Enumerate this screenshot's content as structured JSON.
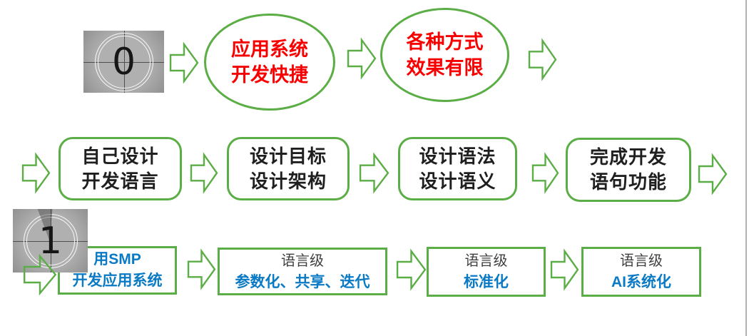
{
  "colors": {
    "accent_green": "#5BAD46",
    "text_red": "#F80000",
    "text_blue": "#0B7AC5",
    "text_dark": "#1F1F1F",
    "text_gray": "#3F3F3F",
    "slide_border_gray": "#B3B3B3",
    "film_gray": "#A8A8A8"
  },
  "icons": {
    "flow_arrow": "block-arrow-right",
    "film_countdown": "film-leader-countdown-frame"
  },
  "film_counters": [
    {
      "number": "0"
    },
    {
      "number": "1"
    }
  ],
  "row1": {
    "nodes": [
      {
        "line1": "应用系统",
        "line2": "开发快捷"
      },
      {
        "line1": "各种方式",
        "line2": "效果有限"
      }
    ]
  },
  "row2": {
    "nodes": [
      {
        "line1": "自己设计",
        "line2": "开发语言"
      },
      {
        "line1": "设计目标",
        "line2": "设计架构"
      },
      {
        "line1": "设计语法",
        "line2": "设计语义"
      },
      {
        "line1": "完成开发",
        "line2": "语句功能"
      }
    ]
  },
  "row3": {
    "nodes": [
      {
        "line1": "用SMP",
        "line2": "开发应用系统"
      },
      {
        "line1": "语言级",
        "line2": "参数化、共享、迭代"
      },
      {
        "line1": "语言级",
        "line2": "标准化"
      },
      {
        "line1": "语言级",
        "line2": "AI系统化"
      }
    ]
  }
}
